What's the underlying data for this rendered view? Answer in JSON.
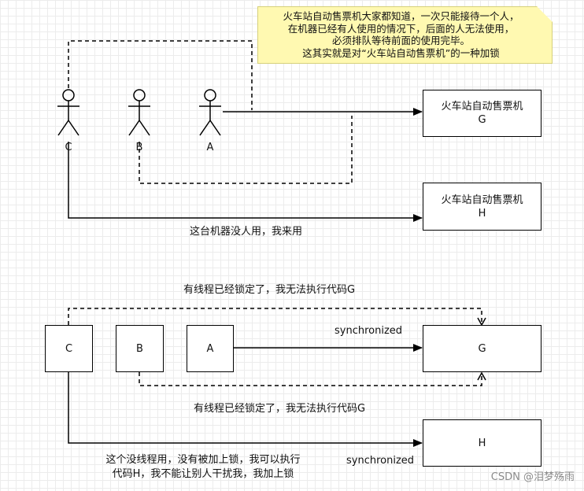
{
  "note": {
    "lines": [
      "火车站自动售票机大家都知道，一次只能接待一个人，",
      "在机器已经有人使用的情况下，后面的人无法使用，",
      "必须排队等待前面的使用完毕。",
      "这其实就是对“火车站自动售票机”的一种加锁"
    ]
  },
  "top": {
    "actors": [
      "C",
      "B",
      "A"
    ],
    "machine_g": [
      "火车站自动售票机",
      "G"
    ],
    "machine_h": [
      "火车站自动售票机",
      "H"
    ],
    "label_free": "这台机器没人用，我来用"
  },
  "bottom": {
    "threads": [
      "C",
      "B",
      "A"
    ],
    "box_g": "G",
    "box_h": "H",
    "label_locked_top": "有线程已经锁定了，我无法执行代码G",
    "label_locked_bottom": "有线程已经锁定了，我无法执行代码G",
    "label_sync_g": "synchronized",
    "label_sync_h": "synchronized",
    "label_no_lock": [
      "这个没线程用，没有被加上锁，我可以执行",
      "代码H，我不能让别人干扰我，我加上锁"
    ]
  },
  "watermark": "CSDN @泪梦殇雨"
}
